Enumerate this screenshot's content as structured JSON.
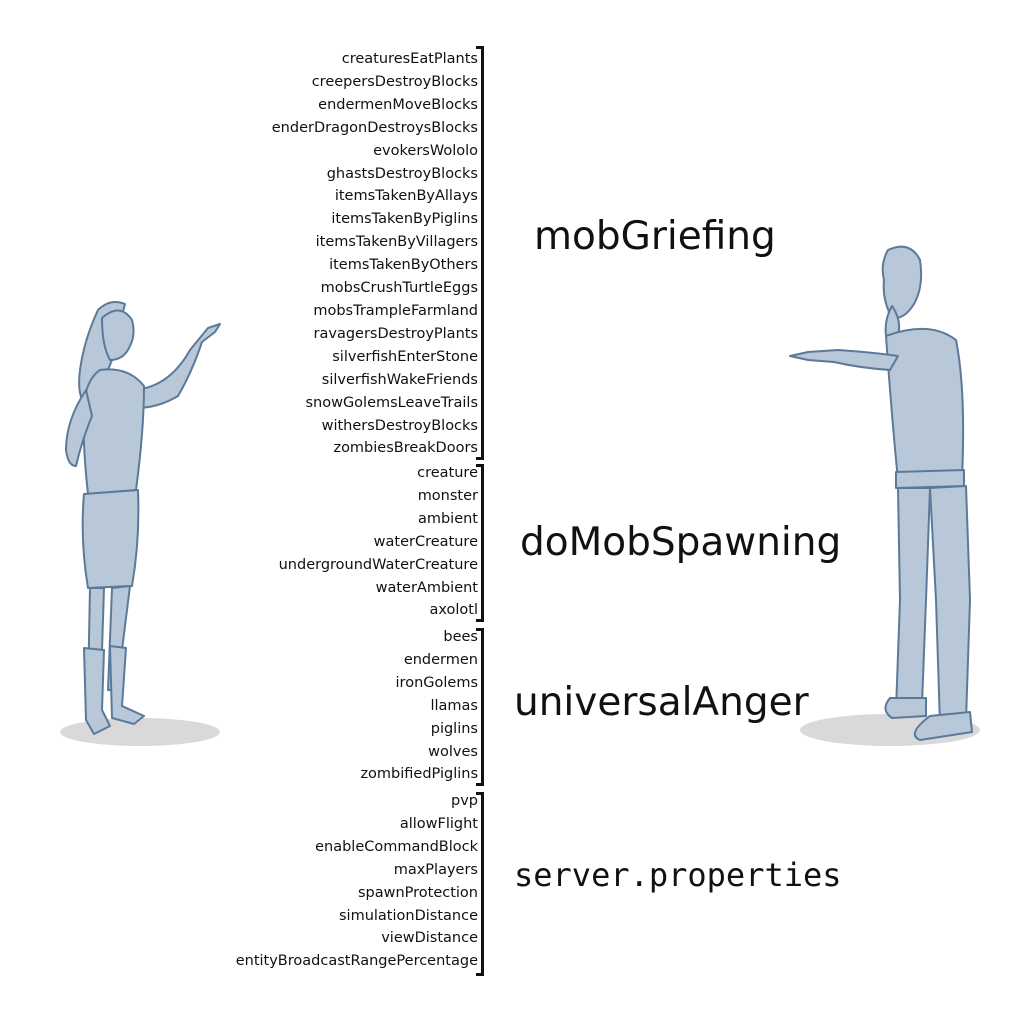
{
  "groups": [
    {
      "title": "mobGriefing",
      "mono": false,
      "items": [
        "creaturesEatPlants",
        "creepersDestroyBlocks",
        "endermenMoveBlocks",
        "enderDragonDestroysBlocks",
        "evokersWololo",
        "ghastsDestroyBlocks",
        "itemsTakenByAllays",
        "itemsTakenByPiglins",
        "itemsTakenByVillagers",
        "itemsTakenByOthers",
        "mobsCrushTurtleEggs",
        "mobsTrampleFarmland",
        "ravagersDestroyPlants",
        "silverfishEnterStone",
        "silverfishWakeFriends",
        "snowGolemsLeaveTrails",
        "withersDestroyBlocks",
        "zombiesBreakDoors"
      ]
    },
    {
      "title": "doMobSpawning",
      "mono": false,
      "items": [
        "creature",
        "monster",
        "ambient",
        "waterCreature",
        "undergroundWaterCreature",
        "waterAmbient",
        "axolotl"
      ]
    },
    {
      "title": "universalAnger",
      "mono": false,
      "items": [
        "bees",
        "endermen",
        "ironGolems",
        "llamas",
        "piglins",
        "wolves",
        "zombifiedPiglins"
      ]
    },
    {
      "title": "server.properties",
      "mono": true,
      "items": [
        "pvp",
        "allowFlight",
        "enableCommandBlock",
        "maxPlayers",
        "spawnProtection",
        "simulationDistance",
        "viewDistance",
        "entityBroadcastRangePercentage"
      ]
    }
  ],
  "colors": {
    "figure_fill": "#b8c8d8",
    "figure_stroke": "#5b7a99",
    "text": "#111111"
  }
}
